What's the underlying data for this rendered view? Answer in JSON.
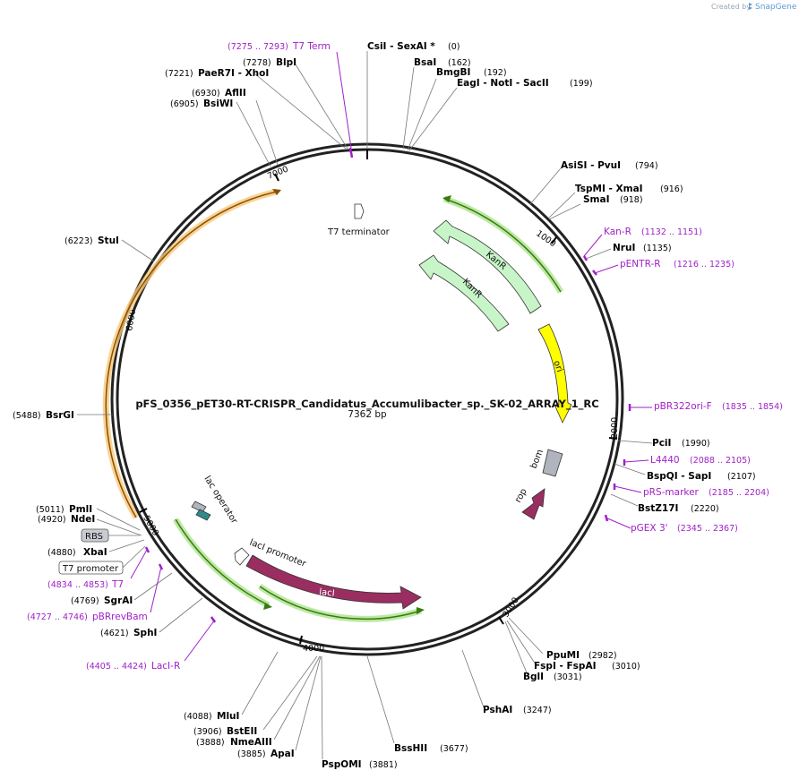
{
  "watermark": {
    "prefix": "Created by",
    "brand": "SnapGene"
  },
  "plasmid": {
    "name": "pFS_0356_pET30-RT-CRISPR_Candidatus_Accumulibacter_sp._SK-02_ARRAY_1_RC",
    "length_label": "7362 bp",
    "length_bp": 7362
  },
  "ticks": [
    "1000",
    "2000",
    "3000",
    "4000",
    "5000",
    "6000",
    "7000"
  ],
  "features": [
    {
      "id": "t7-terminator",
      "label": "T7 terminator",
      "color": "#ffffff"
    },
    {
      "id": "kanr-1",
      "label": "KanR",
      "color": "#c8f5c8"
    },
    {
      "id": "kanr-2",
      "label": "KanR",
      "color": "#c8f5c8"
    },
    {
      "id": "ori",
      "label": "ori",
      "color": "#ffff00"
    },
    {
      "id": "bom",
      "label": "bom",
      "color": "#b0b4bc"
    },
    {
      "id": "rop",
      "label": "rop",
      "color": "#9a2e60"
    },
    {
      "id": "laci",
      "label": "lacI",
      "color": "#9a2e60"
    },
    {
      "id": "laci-promoter",
      "label": "lacI promoter",
      "color": "#ffffff"
    },
    {
      "id": "lac-operator",
      "label": "lac operator",
      "color": "#2e8b8b"
    }
  ],
  "enzymes": [
    {
      "name": "CsiI  - SexAI *",
      "pos": "(0)"
    },
    {
      "name": "BsaI",
      "pos": "(162)"
    },
    {
      "name": "BmgBI",
      "pos": "(192)"
    },
    {
      "name": "EagI  - NotI  - SacII",
      "pos": "(199)"
    },
    {
      "name": "AsiSI  - PvuI",
      "pos": "(794)"
    },
    {
      "name": "TspMI  - XmaI",
      "pos": "(916)"
    },
    {
      "name": "SmaI",
      "pos": "(918)"
    },
    {
      "name": "NruI",
      "pos": "(1135)"
    },
    {
      "name": "PciI",
      "pos": "(1990)"
    },
    {
      "name": "BspQI  - SapI",
      "pos": "(2107)"
    },
    {
      "name": "BstZ17I",
      "pos": "(2220)"
    },
    {
      "name": "PpuMI",
      "pos": "(2982)"
    },
    {
      "name": "FspI  - FspAI",
      "pos": "(3010)"
    },
    {
      "name": "BglI",
      "pos": "(3031)"
    },
    {
      "name": "PshAI",
      "pos": "(3247)"
    },
    {
      "name": "BssHII",
      "pos": "(3677)"
    },
    {
      "name": "PspOMI",
      "pos": "(3881)"
    },
    {
      "name": "ApaI",
      "pos": "(3885)"
    },
    {
      "name": "NmeAIII",
      "pos": "(3888)"
    },
    {
      "name": "BstEII",
      "pos": "(3906)"
    },
    {
      "name": "MluI",
      "pos": "(4088)"
    },
    {
      "name": "SphI",
      "pos": "(4621)"
    },
    {
      "name": "SgrAI",
      "pos": "(4769)"
    },
    {
      "name": "XbaI",
      "pos": "(4880)"
    },
    {
      "name": "NdeI",
      "pos": "(4920)"
    },
    {
      "name": "PmlI",
      "pos": "(5011)"
    },
    {
      "name": "BsrGI",
      "pos": "(5488)"
    },
    {
      "name": "StuI",
      "pos": "(6223)"
    },
    {
      "name": "BsiWI",
      "pos": "(6905)"
    },
    {
      "name": "AflII",
      "pos": "(6930)"
    },
    {
      "name": "PaeR7I  - XhoI",
      "pos": "(7221)"
    },
    {
      "name": "BlpI",
      "pos": "(7278)"
    }
  ],
  "primers": [
    {
      "name": "T7 Term",
      "pos": "(7275 .. 7293)"
    },
    {
      "name": "Kan-R",
      "pos": "(1132 .. 1151)"
    },
    {
      "name": "pENTR-R",
      "pos": "(1216 .. 1235)"
    },
    {
      "name": "pBR322ori-F",
      "pos": "(1835 .. 1854)"
    },
    {
      "name": "L4440",
      "pos": "(2088 .. 2105)"
    },
    {
      "name": "pRS-marker",
      "pos": "(2185 .. 2204)"
    },
    {
      "name": "pGEX 3'",
      "pos": "(2345 .. 2367)"
    },
    {
      "name": "T7",
      "pos": "(4834 .. 4853)"
    },
    {
      "name": "pBRrevBam",
      "pos": "(4727 .. 4746)"
    },
    {
      "name": "LacI-R",
      "pos": "(4405 .. 4424)"
    }
  ],
  "boxed_labels": {
    "rbs": "RBS",
    "t7_promoter": "T7 promoter"
  }
}
